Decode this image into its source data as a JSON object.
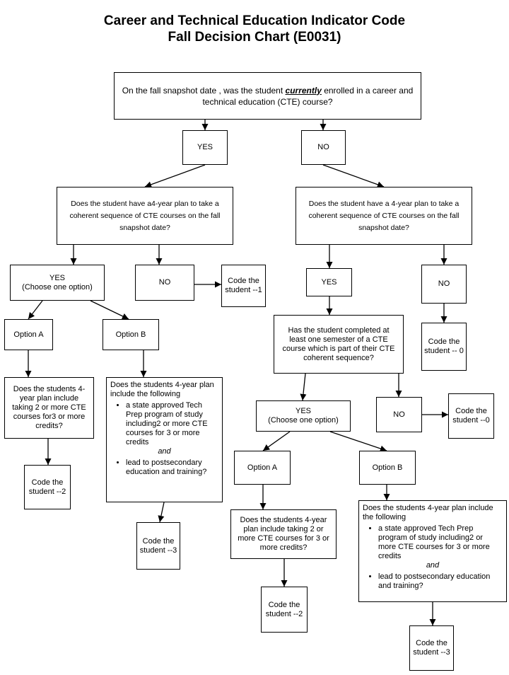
{
  "title_line1": "Career and Technical Education Indicator Code",
  "title_line2": "Fall Decision Chart (E0031)",
  "q1": {
    "pre": "On the fall snapshot date , was the student ",
    "em": "currently",
    "post": " enrolled in a career and technical education  (CTE) course?"
  },
  "yes": "YES",
  "no": "NO",
  "q2": "Does the student have a4-year plan to take a coherent sequence of CTE courses on the fall snapshot date?",
  "q2r": "Does the student have a 4-year plan to take a coherent sequence of CTE courses on the fall snapshot date?",
  "yes_choose_1": "YES",
  "choose_1": "(Choose one option)",
  "yes_choose_2": "YES",
  "choose_2": "(Choose one option)",
  "code_1": "Code the student --1",
  "code_0a": "Code the student -- 0",
  "code_0b": "Code the student --0",
  "code_2a": "Code the student --2",
  "code_3a": "Code the student --3",
  "code_2b": "Code the student --2",
  "code_3b": "Code the student --3",
  "option_a": "Option A",
  "option_b": "Option B",
  "q_semester": "Has the student completed at least one semester of a CTE course which is part of their CTE coherent sequence?",
  "qA_left": "Does the students 4- year plan include taking 2 or more CTE courses for3 or more credits?",
  "qA_right": "Does the students 4-year plan include taking 2 or more CTE  courses for 3 or more credits?",
  "qB_left": {
    "intro": "Does the students 4-year plan include the following",
    "item1": "a state approved Tech Prep program of study including2 or more CTE courses for 3 or more credits",
    "and": "and",
    "item2": "lead to postsecondary education and training?"
  },
  "qB_right": {
    "intro": "Does the students  4-year plan include the following",
    "item1": "a state approved Tech Prep program of study including2 or more CTE courses for 3 or more credits",
    "and": "and",
    "item2": "lead to postsecondary education and training?"
  }
}
